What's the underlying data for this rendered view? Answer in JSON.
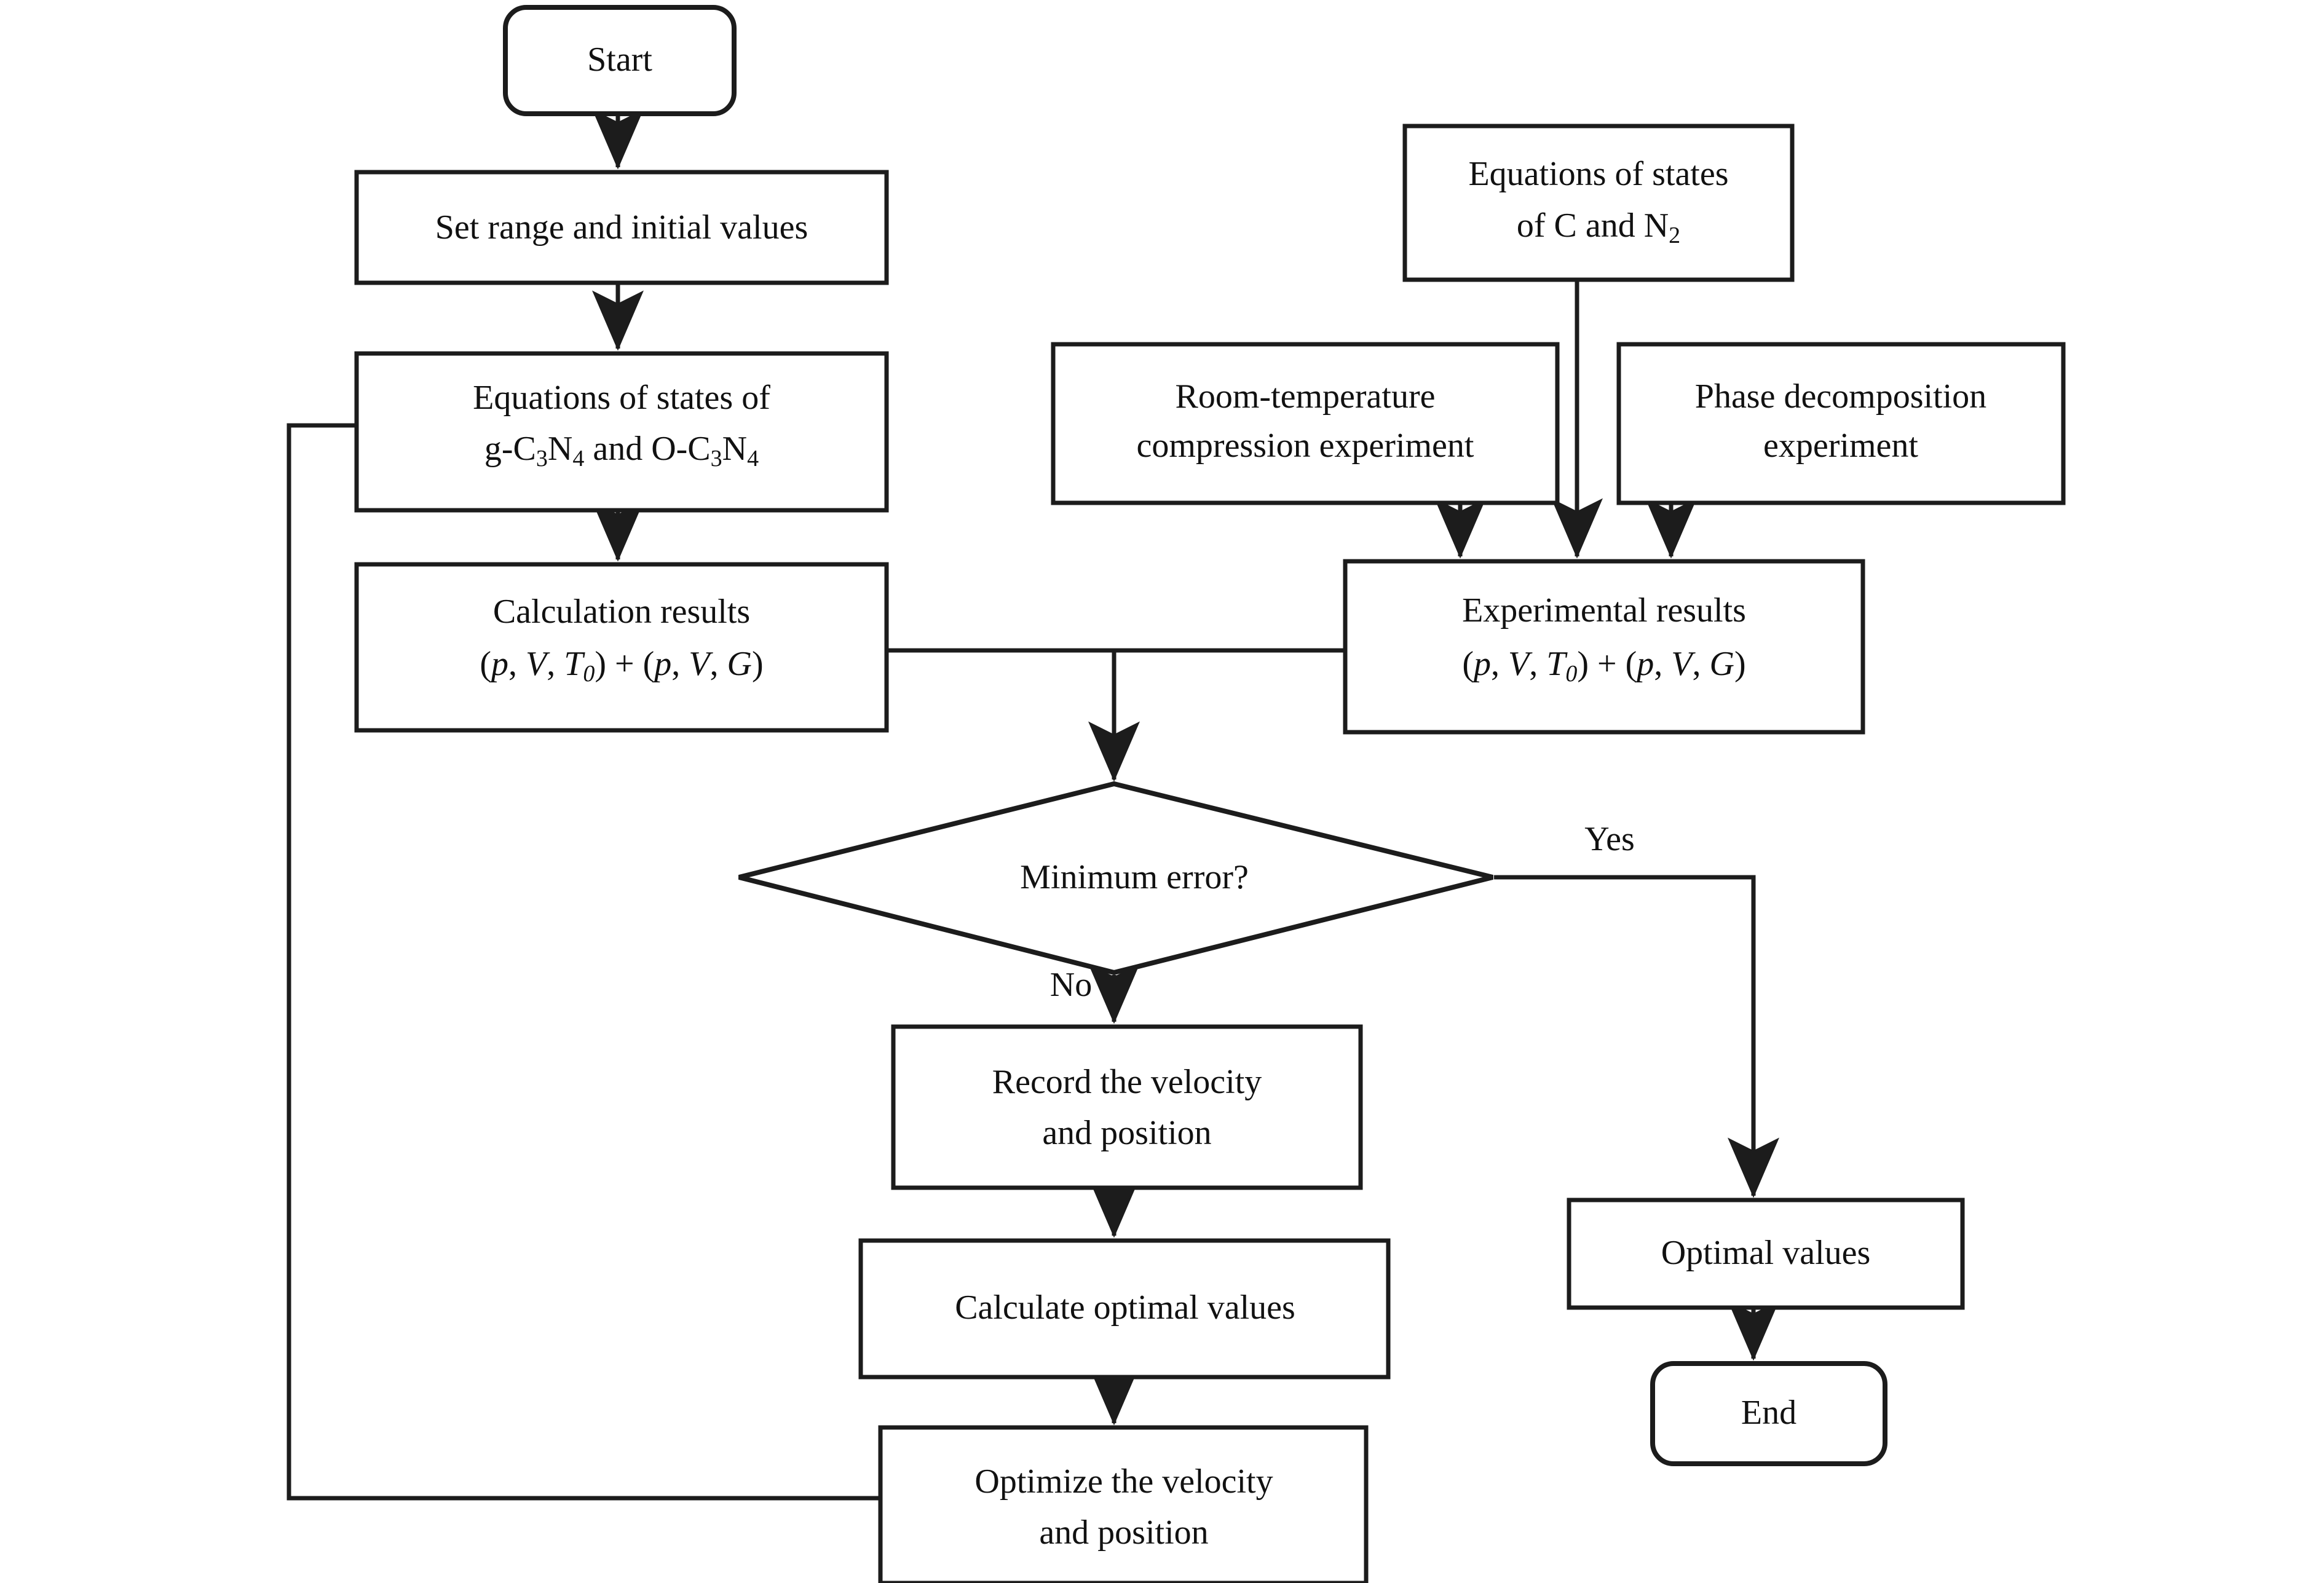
{
  "diagram": {
    "type": "flowchart",
    "title": "",
    "background_color": "#ffffff",
    "line_color": "#1c1c1c",
    "text_color": "#111111",
    "nodes": {
      "start": {
        "label": "Start",
        "shape": "rounded-terminator"
      },
      "set_range": {
        "label": "Set range and initial values",
        "shape": "rectangle"
      },
      "eos_gcn_ocn": {
        "line1": "Equations of states of",
        "line2_a": "g-C",
        "line2_sub1": "3",
        "line2_b": "N",
        "line2_sub2": "4",
        "line2_c": " and O-C",
        "line2_sub3": "3",
        "line2_d": "N",
        "line2_sub4": "4",
        "shape": "rectangle"
      },
      "calc_results": {
        "line1": "Calculation results",
        "line2": "(p, V, T0) + (p, V, G)",
        "shape": "rectangle"
      },
      "eos_c_n2": {
        "line1": "Equations of states",
        "line2_a": "of C and N",
        "line2_sub": "2",
        "shape": "rectangle"
      },
      "room_temp": {
        "line1": "Room-temperature",
        "line2": "compression experiment",
        "shape": "rectangle"
      },
      "phase_decomp": {
        "line1": "Phase decomposition",
        "line2": "experiment",
        "shape": "rectangle"
      },
      "exp_results": {
        "line1": "Experimental results",
        "line2": "(p, V, T0) + (p, V, G)",
        "shape": "rectangle"
      },
      "min_error": {
        "label": "Minimum error?",
        "shape": "diamond"
      },
      "record": {
        "line1": "Record the velocity",
        "line2": "and position",
        "shape": "rectangle"
      },
      "calc_optimal": {
        "label": "Calculate optimal values",
        "shape": "rectangle"
      },
      "optimize": {
        "line1": "Optimize the velocity",
        "line2": "and position",
        "shape": "rectangle"
      },
      "optimal_values": {
        "label": "Optimal values",
        "shape": "rectangle"
      },
      "end": {
        "label": "End",
        "shape": "rounded-terminator"
      }
    },
    "edge_labels": {
      "yes": "Yes",
      "no": "No"
    },
    "variables": {
      "p": "p",
      "V": "V",
      "T": "T",
      "T_sub": "0",
      "G": "G",
      "plus": "+",
      "open_paren": "(",
      "close_paren": ")",
      "comma": ","
    }
  }
}
